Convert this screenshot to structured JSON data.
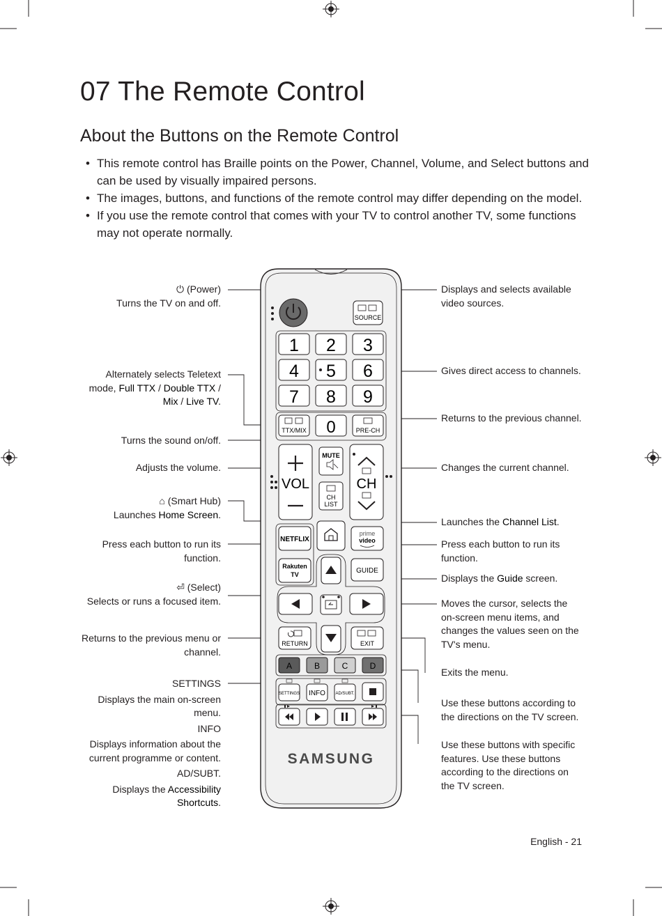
{
  "heading": "07  The Remote Control",
  "subheading": "About the Buttons on the Remote Control",
  "bullets": [
    {
      "pre": "This remote control has Braille points on the ",
      "b1": "Power",
      "s1": ", ",
      "b2": "Channel",
      "s2": ", ",
      "b3": "Volume",
      "s3": ", and ",
      "b4": "Select",
      "post": " buttons and can be used by visually impaired persons."
    },
    {
      "text": "The images, buttons, and functions of the remote control may differ depending on the model."
    },
    {
      "text": "If you use the remote control that comes with your TV to control another TV, some functions may not operate normally."
    }
  ],
  "left_labels": {
    "power_title": "(Power)",
    "power_desc": "Turns the TV on and off.",
    "teletext_l1": "Alternately selects Teletext",
    "teletext_l2a": "mode, ",
    "full_ttx": "Full TTX",
    "slash1": " / ",
    "double_ttx": "Double TTX",
    "slash2": " /",
    "mix": "Mix",
    "slash3": " / ",
    "live_tv": "Live TV",
    "period1": ".",
    "mute_desc": "Turns the sound on/off.",
    "volume_desc": "Adjusts the volume.",
    "smarthub_title": "(Smart Hub)",
    "smarthub_pre": "Launches ",
    "home_screen": "Home Screen",
    "period2": ".",
    "apps_desc_l1": "Press each button to run its",
    "apps_desc_l2": "function.",
    "select_title": "(Select)",
    "select_desc": "Selects or runs a focused item.",
    "return_desc_l1": "Returns to the previous menu or",
    "return_desc_l2": "channel.",
    "settings_title": "SETTINGS",
    "settings_desc_l1": "Displays the main on-screen",
    "settings_desc_l2": "menu.",
    "info_title": "INFO",
    "info_desc_l1": "Displays information about the",
    "info_desc_l2": "current programme or content.",
    "adsubt_title": "AD/SUBT.",
    "adsubt_pre": "Displays the ",
    "accessibility": "Accessibility",
    "shortcuts": "Shortcuts",
    "period3": "."
  },
  "right_labels": {
    "source_l1": "Displays and selects available",
    "source_l2": "video sources.",
    "numbers_desc": "Gives direct access to channels.",
    "prech_desc": "Returns to the previous channel.",
    "ch_desc": "Changes the current channel.",
    "chlist_pre": "Launches the ",
    "channel_list": "Channel List",
    "period": ".",
    "apps_l1": "Press each button to run its",
    "apps_l2": "function.",
    "guide_pre": "Displays the ",
    "guide": "Guide",
    "guide_post": " screen.",
    "dpad_l1": "Moves the cursor, selects the",
    "dpad_l2": "on-screen menu items, and",
    "dpad_l3": "changes the values seen on the",
    "dpad_l4": "TV's menu.",
    "exit_desc": "Exits the menu.",
    "color_l1": "Use these buttons according to",
    "color_l2": "the directions on the TV screen.",
    "media_l1": "Use these buttons with specific",
    "media_l2": "features. Use these buttons",
    "media_l3": "according to the directions on",
    "media_l4": "the TV screen."
  },
  "remote": {
    "source": "SOURCE",
    "numbers": [
      "1",
      "2",
      "3",
      "4",
      "5",
      "6",
      "7",
      "8",
      "9"
    ],
    "zero": "0",
    "ttx_mix": "TTX/MIX",
    "pre_ch": "PRE-CH",
    "mute": "MUTE",
    "vol": "VOL",
    "ch": "CH",
    "ch_list_1": "CH",
    "ch_list_2": "LIST",
    "netflix": "NETFLIX",
    "prime_1": "prime",
    "prime_2": "video",
    "rakuten_1": "Rakuten",
    "rakuten_2": "TV",
    "guide": "GUIDE",
    "return": "RETURN",
    "exit": "EXIT",
    "colors": [
      "A",
      "B",
      "C",
      "D"
    ],
    "settings": "SETTINGS",
    "info": "INFO",
    "ad_subt": "AD/SUBT.",
    "brand": "SAMSUNG"
  },
  "footer": "English - 21"
}
